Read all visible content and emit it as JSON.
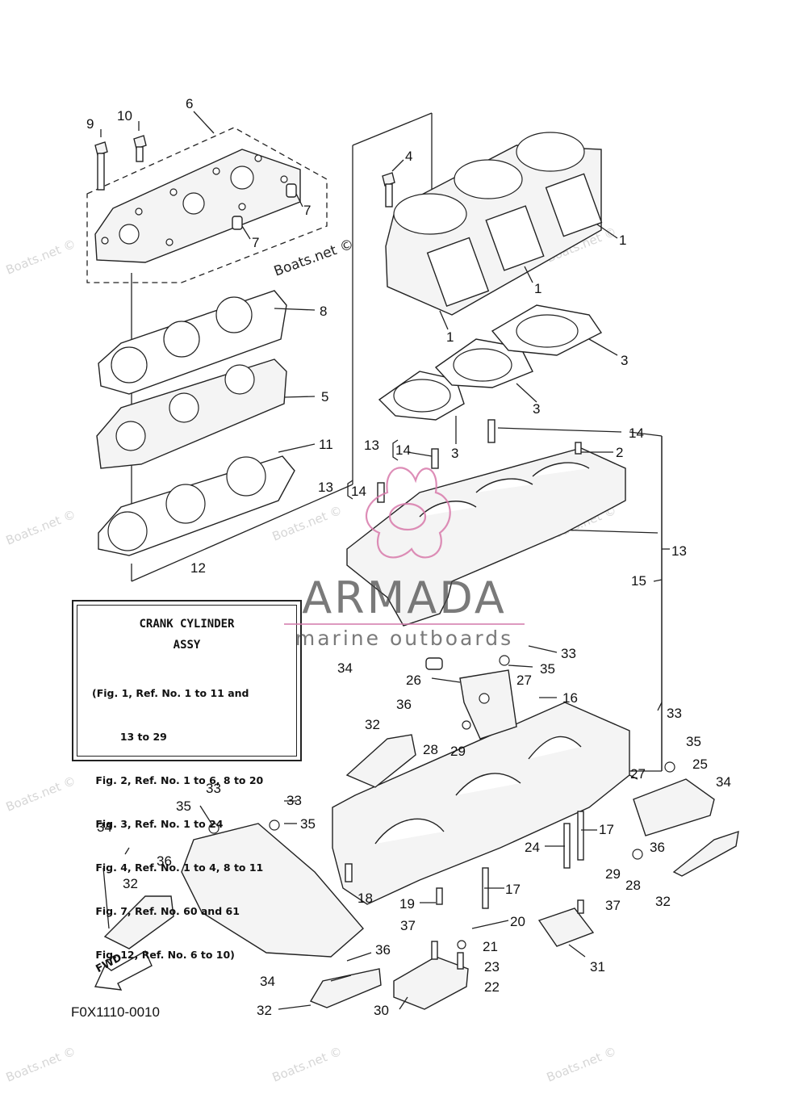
{
  "watermark_text": "Boats.net ©",
  "diagram_code": "F0X1110-0010",
  "fwd_label": "FWD",
  "brand": {
    "name": "ARMADA",
    "tagline": "marine outboards",
    "accent_color": "#d87aab"
  },
  "legend": {
    "title_line1": "CRANK CYLINDER",
    "title_line2": "ASSY",
    "lines": [
      "(Fig. 1, Ref. No. 1 to 11 and",
      "        13 to 29",
      " Fig. 2, Ref. No. 1 to 6, 8 to 20",
      " Fig. 3, Ref. No. 1 to 24",
      " Fig. 4, Ref. No. 1 to 4, 8 to 11",
      " Fig. 7, Ref. No. 60 and 61",
      " Fig. 12, Ref. No. 6 to 10)"
    ]
  },
  "callouts": [
    {
      "id": "c-9",
      "text": "9"
    },
    {
      "id": "c-10",
      "text": "10"
    },
    {
      "id": "c-6",
      "text": "6"
    },
    {
      "id": "c-7a",
      "text": "7"
    },
    {
      "id": "c-7b",
      "text": "7"
    },
    {
      "id": "c-4",
      "text": "4"
    },
    {
      "id": "c-1a",
      "text": "1"
    },
    {
      "id": "c-1b",
      "text": "1"
    },
    {
      "id": "c-1c",
      "text": "1"
    },
    {
      "id": "c-8",
      "text": "8"
    },
    {
      "id": "c-5",
      "text": "5"
    },
    {
      "id": "c-11",
      "text": "11"
    },
    {
      "id": "c-12",
      "text": "12"
    },
    {
      "id": "c-3a",
      "text": "3"
    },
    {
      "id": "c-3b",
      "text": "3"
    },
    {
      "id": "c-3c",
      "text": "3"
    },
    {
      "id": "c-14a",
      "text": "14"
    },
    {
      "id": "c-2",
      "text": "2"
    },
    {
      "id": "c-13a",
      "text": "13"
    },
    {
      "id": "c-14b",
      "text": "14"
    },
    {
      "id": "c-13b",
      "text": "13"
    },
    {
      "id": "c-14c",
      "text": "14"
    },
    {
      "id": "c-13c",
      "text": "13"
    },
    {
      "id": "c-15",
      "text": "15"
    },
    {
      "id": "c-33a",
      "text": "33"
    },
    {
      "id": "c-35a",
      "text": "35"
    },
    {
      "id": "c-34a",
      "text": "34"
    },
    {
      "id": "c-26",
      "text": "26"
    },
    {
      "id": "c-27a",
      "text": "27"
    },
    {
      "id": "c-16",
      "text": "16"
    },
    {
      "id": "c-36a",
      "text": "36"
    },
    {
      "id": "c-32a",
      "text": "32"
    },
    {
      "id": "c-28a",
      "text": "28"
    },
    {
      "id": "c-29a",
      "text": "29"
    },
    {
      "id": "c-33b",
      "text": "33"
    },
    {
      "id": "c-35b",
      "text": "35"
    },
    {
      "id": "c-25",
      "text": "25"
    },
    {
      "id": "c-34b",
      "text": "34"
    },
    {
      "id": "c-27b",
      "text": "27"
    },
    {
      "id": "c-33c",
      "text": "33"
    },
    {
      "id": "c-35c",
      "text": "35"
    },
    {
      "id": "c-33d",
      "text": "33"
    },
    {
      "id": "c-35d",
      "text": "35"
    },
    {
      "id": "c-17a",
      "text": "17"
    },
    {
      "id": "c-24",
      "text": "24"
    },
    {
      "id": "c-36b",
      "text": "36"
    },
    {
      "id": "c-29b",
      "text": "29"
    },
    {
      "id": "c-28b",
      "text": "28"
    },
    {
      "id": "c-32b",
      "text": "32"
    },
    {
      "id": "c-34c",
      "text": "34"
    },
    {
      "id": "c-36c",
      "text": "36"
    },
    {
      "id": "c-32c",
      "text": "32"
    },
    {
      "id": "c-18",
      "text": "18"
    },
    {
      "id": "c-19",
      "text": "19"
    },
    {
      "id": "c-17b",
      "text": "17"
    },
    {
      "id": "c-20",
      "text": "20"
    },
    {
      "id": "c-37a",
      "text": "37"
    },
    {
      "id": "c-37b",
      "text": "37"
    },
    {
      "id": "c-21",
      "text": "21"
    },
    {
      "id": "c-23",
      "text": "23"
    },
    {
      "id": "c-22",
      "text": "22"
    },
    {
      "id": "c-31",
      "text": "31"
    },
    {
      "id": "c-36d",
      "text": "36"
    },
    {
      "id": "c-34d",
      "text": "34"
    },
    {
      "id": "c-32d",
      "text": "32"
    },
    {
      "id": "c-30",
      "text": "30"
    }
  ]
}
